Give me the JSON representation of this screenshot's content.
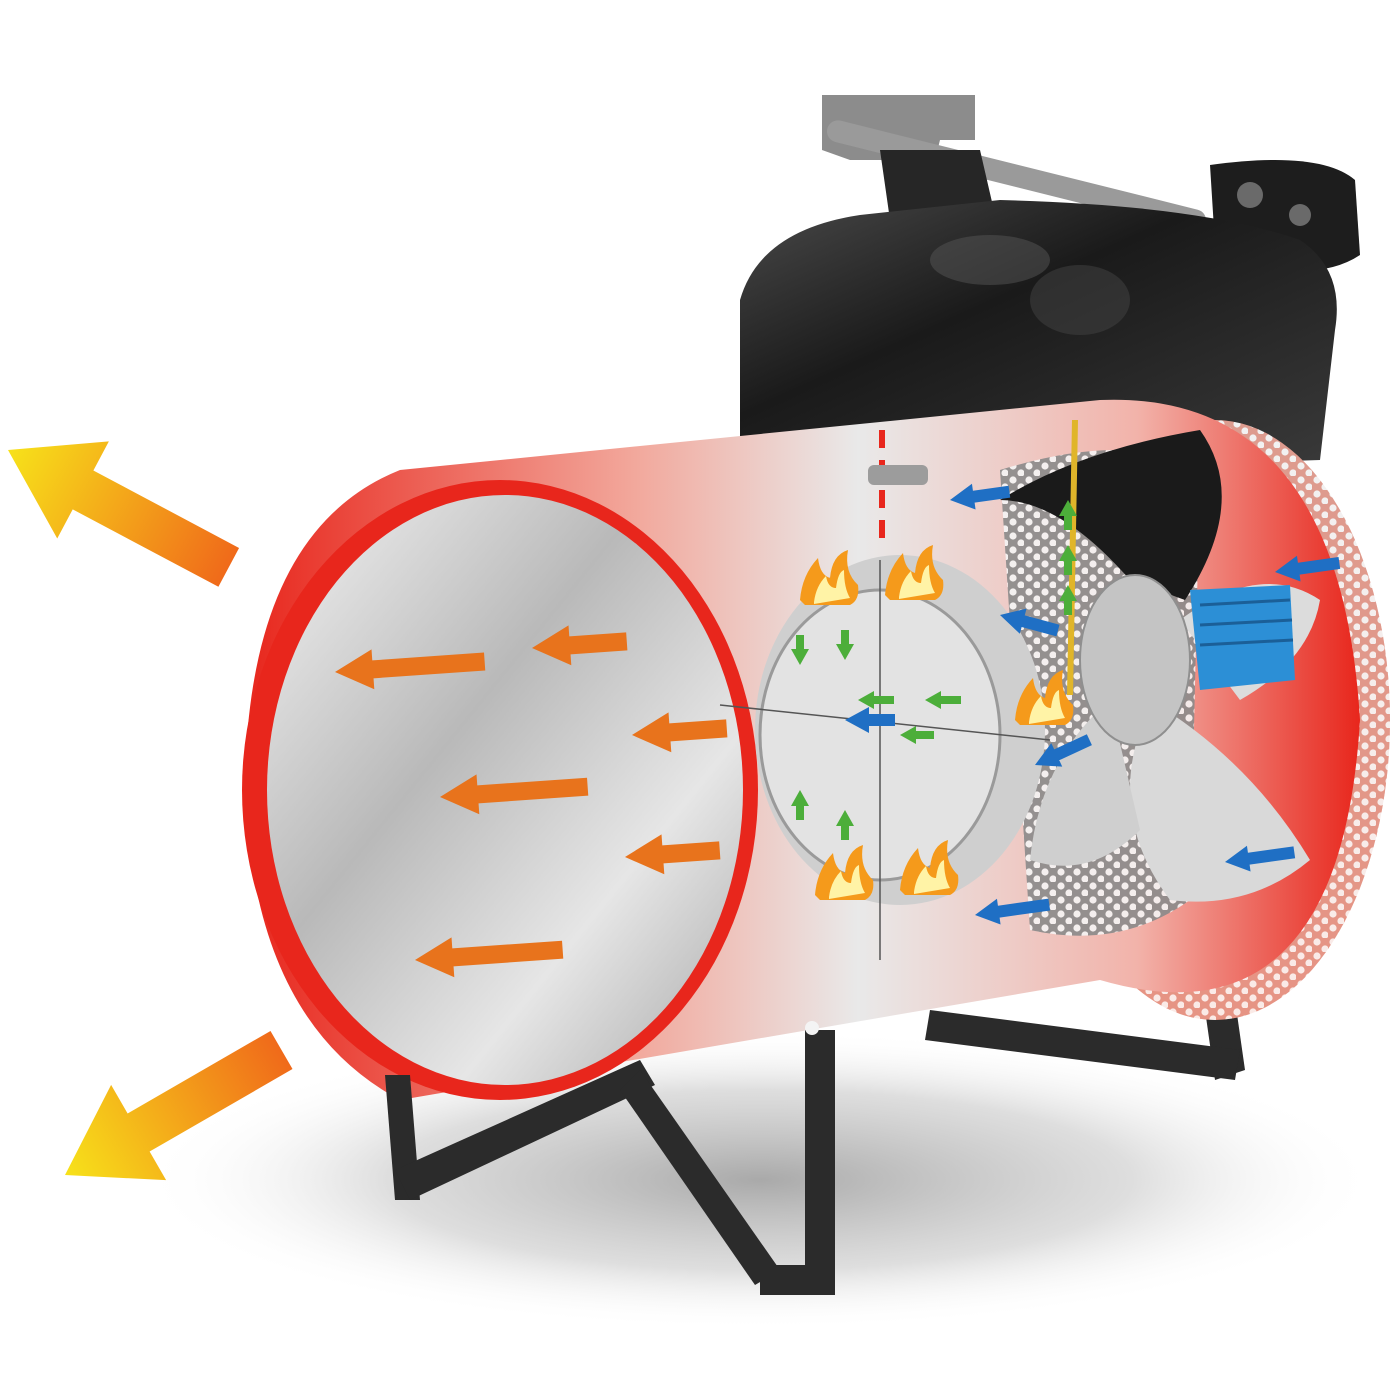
{
  "illustration": {
    "subject": "cutaway-electric-fan-heater",
    "labels": []
  },
  "airflow": {
    "hot_output_arrows": 2,
    "inner_warm_air_arrows": 6,
    "cold_intake_arrows": 7
  },
  "colors": {
    "background": "#ffffff",
    "housing_red": "#e8261c",
    "housing_metal": "#c8c8c8",
    "motor_cover": "#1e1e1e",
    "hot_arrow_start": "#f7e21a",
    "hot_arrow_end": "#f06a1a",
    "warm_arrow": "#e8731c",
    "cold_arrow": "#1f6fc4",
    "recirculation_arrow": "#4cae3a",
    "flame": "#f59a1b",
    "frame": "#2b2b2b",
    "fan_hub_blue": "#2c8fd6"
  },
  "icons": {
    "hot_arrow": "arrow-left-icon",
    "cold_arrow": "arrow-left-icon",
    "flame": "flame-icon",
    "fan": "fan-icon"
  }
}
